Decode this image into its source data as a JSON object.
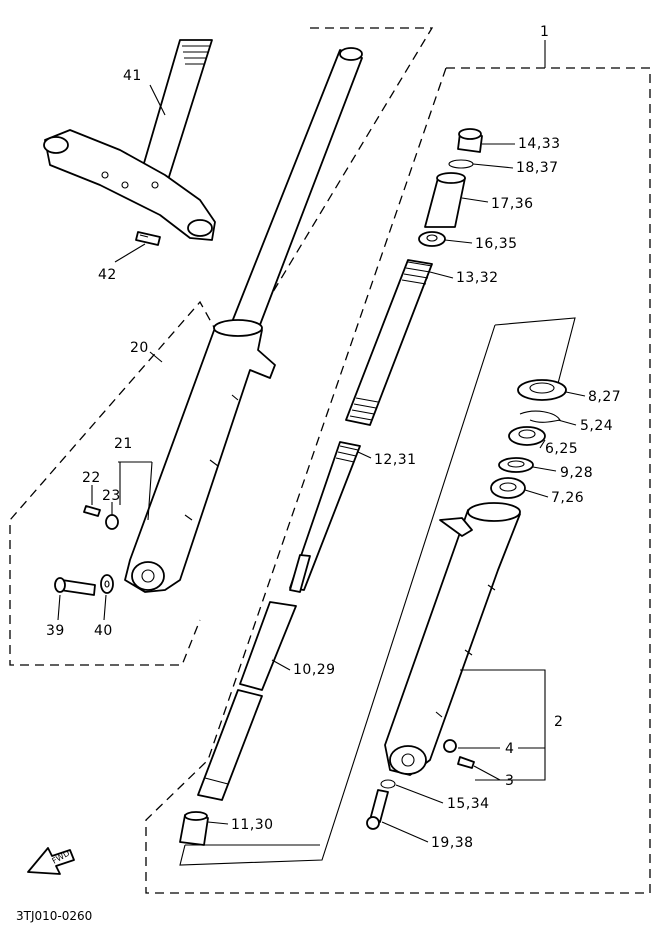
{
  "diagram": {
    "code": "3TJ010-0260",
    "fwd": "FWD",
    "labels": {
      "p41": "41",
      "p42": "42",
      "p20": "20",
      "p21": "21",
      "p22": "22",
      "p23": "23",
      "p39": "39",
      "p40": "40",
      "p1": "1",
      "p14": "14,33",
      "p18": "18,37",
      "p17": "17,36",
      "p16": "16,35",
      "p13": "13,32",
      "p12": "12,31",
      "p10": "10,29",
      "p11": "11,30",
      "p8": "8,27",
      "p5": "5,24",
      "p6": "6,25",
      "p9": "9,28",
      "p7": "7,26",
      "p2": "2",
      "p4": "4",
      "p3": "3",
      "p15": "15,34",
      "p19": "19,38"
    }
  }
}
